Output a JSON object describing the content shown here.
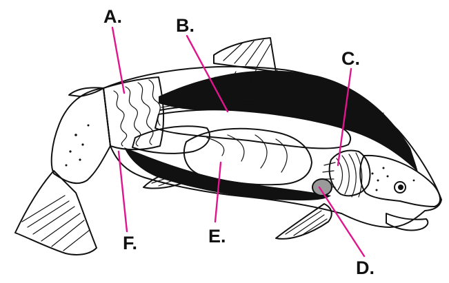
{
  "labels": {
    "A": "A.",
    "B": "B.",
    "C": "C.",
    "D": "D.",
    "E": "E.",
    "F": "F."
  },
  "colors": {
    "leader": "#e0148c",
    "outline": "#111111",
    "organ_grey": "#9a9a9a",
    "dark_band": "#111111",
    "stipple": "#d6d6d6",
    "background": "#ffffff"
  }
}
